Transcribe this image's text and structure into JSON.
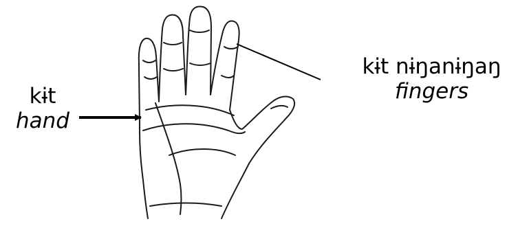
{
  "labels": {
    "hand": {
      "word": "kɨt",
      "gloss": "hand"
    },
    "fingers": {
      "word": "kɨt nɨŋanɨŋaŋ",
      "gloss": "fingers"
    }
  },
  "colors": {
    "ink": "#000000",
    "background": "#ffffff"
  },
  "illustration": "hand-sketch-palm-open"
}
